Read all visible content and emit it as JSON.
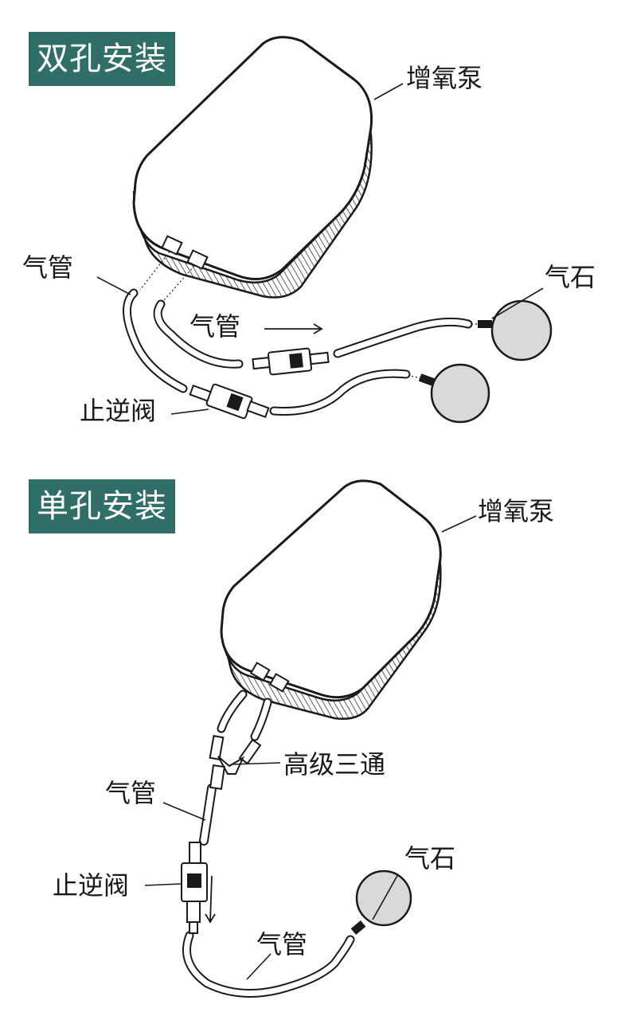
{
  "dual": {
    "title": "双孔安装",
    "labels": {
      "pump": "增氧泵",
      "tube_left": "气管",
      "tube_mid": "气管",
      "stone": "气石",
      "check_valve": "止逆阀"
    }
  },
  "single": {
    "title": "单孔安装",
    "labels": {
      "pump": "增氧泵",
      "tee": "高级三通",
      "tube_upper": "气管",
      "check_valve": "止逆阀",
      "stone": "气石",
      "tube_lower": "气管"
    }
  },
  "colors": {
    "badge": "#2f6f67",
    "stone": "#d9d9d9",
    "outline": "#1a1a1a"
  }
}
